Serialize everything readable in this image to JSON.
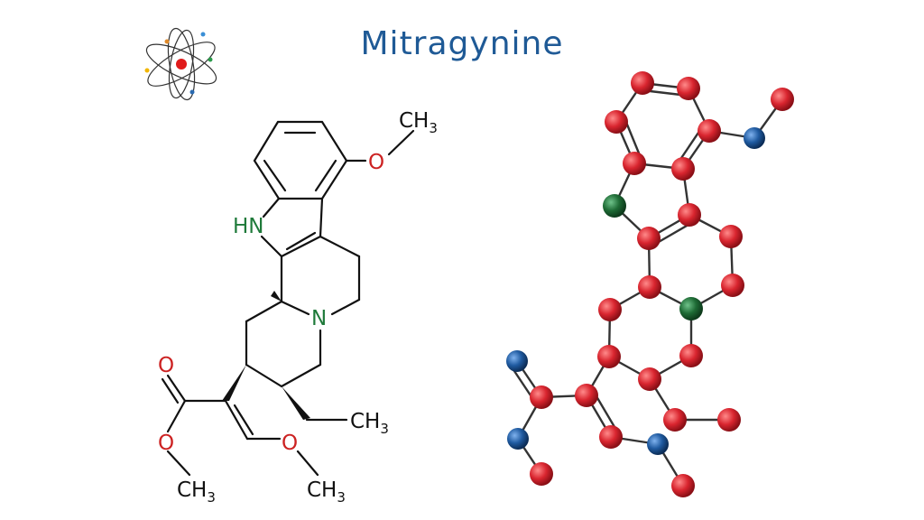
{
  "title": "Mitragynine",
  "labels": {
    "ch3_top": "CH",
    "sub_top": "3",
    "o_methoxy": "O",
    "hn": "HN",
    "n_ring": "N",
    "o_carbonyl": "O",
    "o_ester": "O",
    "o_enol": "O",
    "ch3_ethyl": "CH",
    "sub_ethyl": "3",
    "ch3_ester": "CH",
    "sub_ester": "3",
    "ch3_enol": "CH",
    "sub_enol": "3"
  },
  "colors": {
    "title": "#1f5a96",
    "oxygen": "#cc2222",
    "nitrogen": "#1f7a3a",
    "bond": "#111111",
    "carbon_ball": "#d9252f",
    "nitrogen_ball": "#1e6b35",
    "oxygen_ball": "#1f5aa0"
  },
  "icons": [
    "atom-logo-icon"
  ]
}
